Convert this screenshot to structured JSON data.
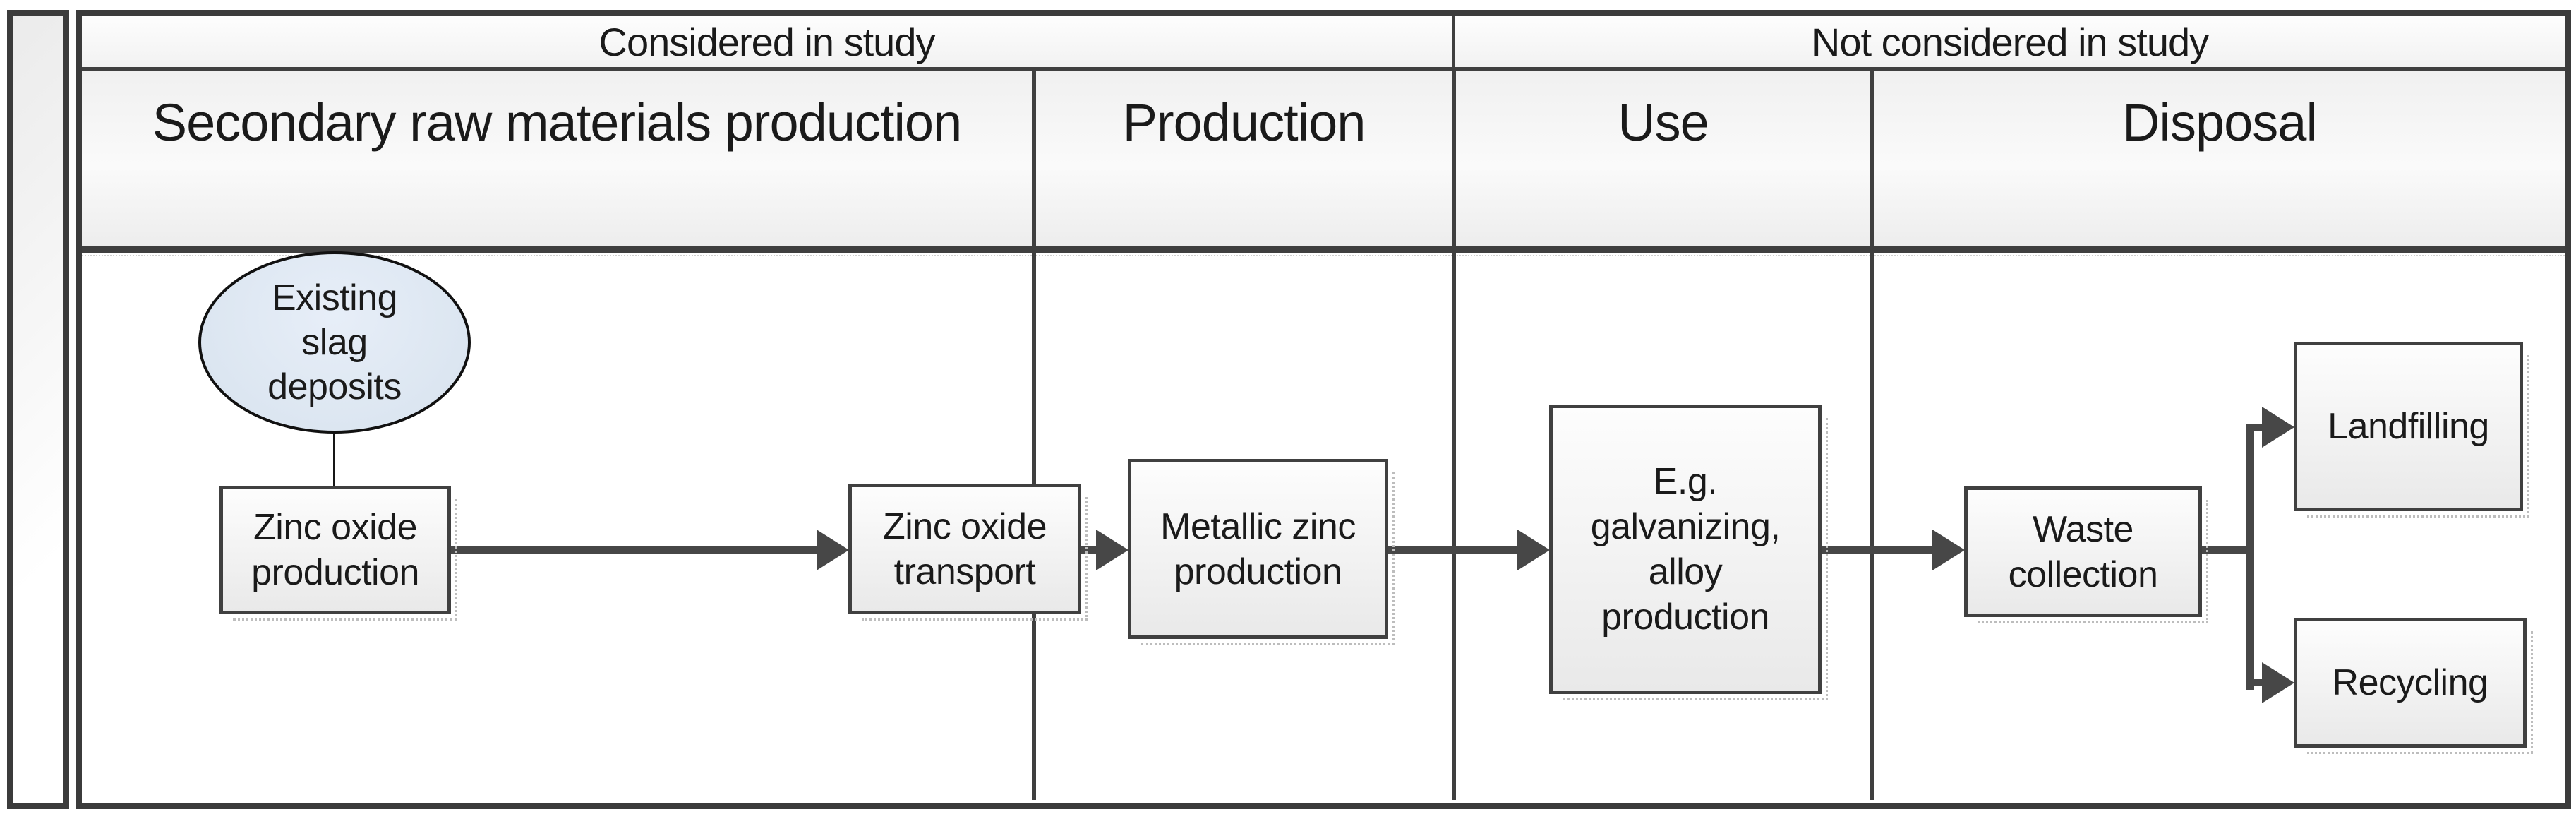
{
  "scope_header": {
    "considered": "Considered in study",
    "not_considered": "Not considered in study"
  },
  "phases": [
    {
      "label": "Secondary raw materials production"
    },
    {
      "label": "Production"
    },
    {
      "label": "Use"
    },
    {
      "label": "Disposal"
    }
  ],
  "nodes": {
    "existing_slag_deposits": {
      "label": "Existing\nslag\ndeposits",
      "shape": "ellipse"
    },
    "zinc_oxide_production": {
      "label": "Zinc oxide\nproduction",
      "shape": "rect"
    },
    "zinc_oxide_transport": {
      "label": "Zinc oxide\ntransport",
      "shape": "rect"
    },
    "metallic_zinc_production": {
      "label": "Metallic zinc\nproduction",
      "shape": "rect"
    },
    "galvanizing_alloy_production": {
      "label": "E.g.\ngalvanizing,\nalloy\nproduction",
      "shape": "rect"
    },
    "waste_collection": {
      "label": "Waste\ncollection",
      "shape": "rect"
    },
    "landfilling": {
      "label": "Landfilling",
      "shape": "rect"
    },
    "recycling": {
      "label": "Recycling",
      "shape": "rect"
    }
  },
  "colors": {
    "frame_border": "#3b3b3b",
    "grid_line": "#3f3f3f",
    "arrow": "#474747",
    "node_border": "#404040",
    "node_fill": "#f3f3f3",
    "ellipse_fill": "#dce6f1",
    "text": "#1a1a1a",
    "background": "#ffffff"
  }
}
